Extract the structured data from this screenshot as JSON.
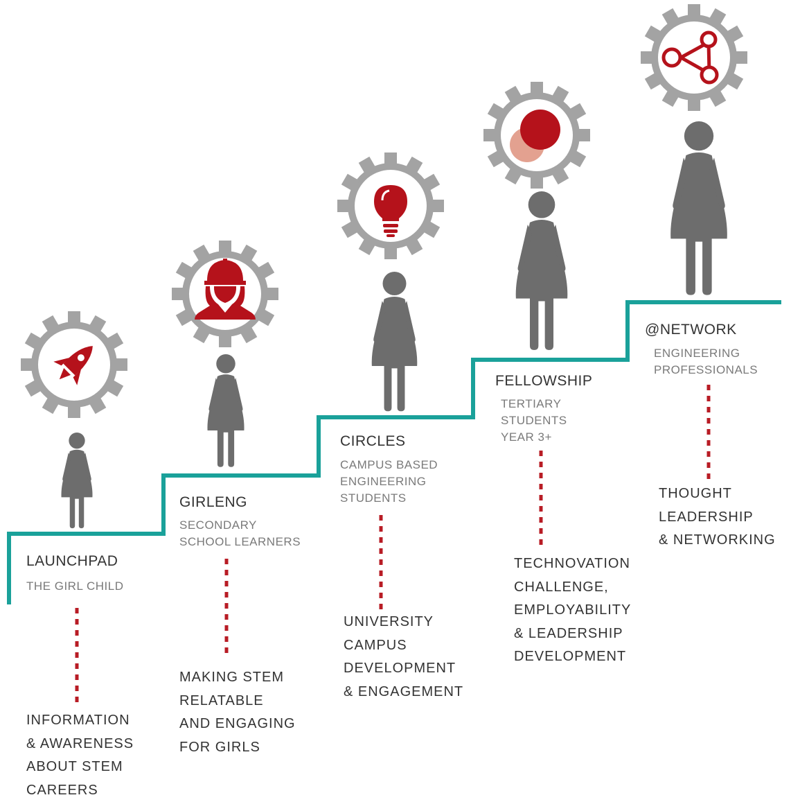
{
  "stages": [
    {
      "title": "LAUNCHPAD",
      "subtitle": "THE GIRL CHILD",
      "description": "INFORMATION\n& AWARENESS\nABOUT STEM\nCAREERS",
      "icon": "rocket-icon"
    },
    {
      "title": "GIRLENG",
      "subtitle": "SECONDARY\nSCHOOL LEARNERS",
      "description": "MAKING STEM\nRELATABLE\nAND ENGAGING\nFOR GIRLS",
      "icon": "engineer-hardhat-icon"
    },
    {
      "title": "CIRCLES",
      "subtitle": "CAMPUS BASED\nENGINEERING\nSTUDENTS",
      "description": "UNIVERSITY\nCAMPUS\nDEVELOPMENT\n& ENGAGEMENT",
      "icon": "lightbulb-icon"
    },
    {
      "title": "FELLOWSHIP",
      "subtitle": "TERTIARY\nSTUDENTS\nYEAR 3+",
      "description": "TECHNOVATION\nCHALLENGE,\nEMPLOYABILITY\n& LEADERSHIP\nDEVELOPMENT",
      "icon": "overlapping-circles-icon"
    },
    {
      "title": "@NETWORK",
      "subtitle": "ENGINEERING\nPROFESSIONALS",
      "description": "THOUGHT\nLEADERSHIP\n& NETWORKING",
      "icon": "network-nodes-icon"
    }
  ],
  "colors": {
    "accent_red": "#b5121b",
    "teal_steps": "#1aa19a",
    "gear_gray": "#a3a3a3",
    "figure_gray": "#6d6d6d",
    "dotted_red": "#b81c25"
  }
}
